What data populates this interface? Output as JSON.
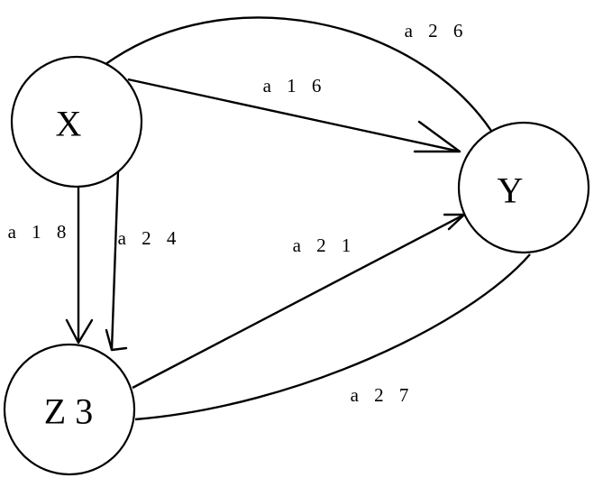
{
  "nodes": {
    "x": {
      "label": "X"
    },
    "y": {
      "label": "Y"
    },
    "z3": {
      "label": "Z 3"
    }
  },
  "edges": {
    "a16": {
      "label": "a 1 6"
    },
    "a26": {
      "label": "a 2 6"
    },
    "a18": {
      "label": "a 1 8"
    },
    "a24": {
      "label": "a 2 4"
    },
    "a21": {
      "label": "a 2 1"
    },
    "a27": {
      "label": "a 2 7"
    }
  }
}
